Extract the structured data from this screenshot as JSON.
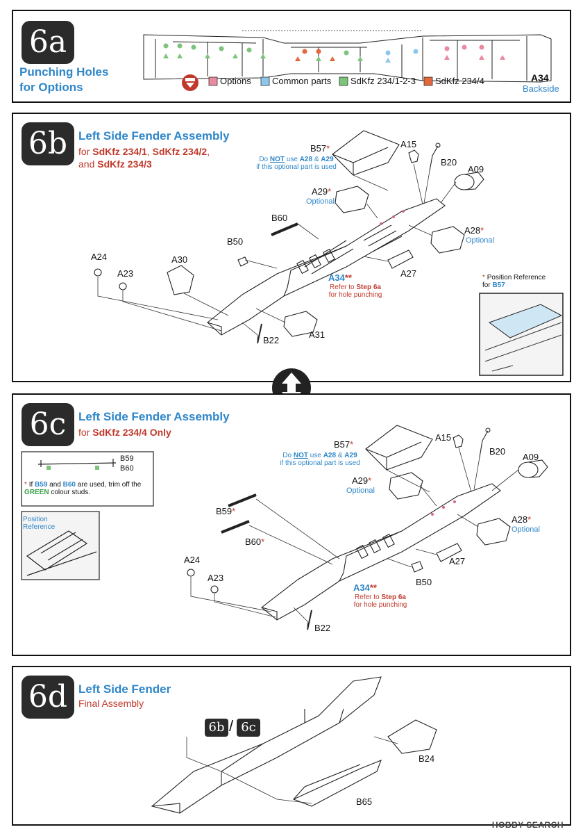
{
  "s6a": {
    "step": "6a",
    "title_line1": "Punching Holes",
    "title_line2": "for Options",
    "legend": [
      {
        "label": "Options",
        "color": "#e98aa0"
      },
      {
        "label": "Common parts",
        "color": "#8cc8ec"
      },
      {
        "label": "SdKfz 234/1-2-3",
        "color": "#7cc47c"
      },
      {
        "label": "SdKfz 234/4",
        "color": "#e4683c"
      }
    ],
    "part": "A34",
    "part_side": "Backside"
  },
  "s6b": {
    "step": "6b",
    "title": "Left Side Fender Assembly",
    "for_prefix": "for",
    "model1": "SdKfz 234/1",
    "model2": "SdKfz 234/2",
    "and_text": "and",
    "model3": "SdKfz 234/3",
    "note_do": "Do",
    "note_not": "NOT",
    "note_use": "use",
    "note_a28": "A28",
    "note_amp": "&",
    "note_a29": "A29",
    "note_line2": "if this optional part is used",
    "labels": {
      "B57": "B57",
      "A15": "A15",
      "B20": "B20",
      "A09": "A09",
      "A29": "A29",
      "A28": "A28",
      "B60": "B60",
      "B50": "B50",
      "A24": "A24",
      "A23": "A23",
      "A30": "A30",
      "A34": "A34",
      "A27": "A27",
      "B22": "B22",
      "A31": "A31"
    },
    "optional": "Optional",
    "star": "*",
    "dstar": "**",
    "refer1": "Refer to",
    "refer_step": "Step 6a",
    "refer2": "for hole punching",
    "pos_ref": "Position Reference",
    "pos_for": "for",
    "pos_part": "B57"
  },
  "s6c": {
    "step": "6c",
    "title": "Left Side Fender Assembly",
    "for_prefix": "for",
    "model": "SdKfz 234/4 Only",
    "inset_b59": "B59",
    "inset_b60": "B60",
    "trim_if": "If",
    "trim_b59": "B59",
    "trim_and": "and",
    "trim_b60": "B60",
    "trim_rest": "are used, trim off the",
    "trim_green": "GREEN",
    "trim_end": "colour studs.",
    "pos_ref1": "Position",
    "pos_ref2": "Reference",
    "note_do": "Do",
    "note_not": "NOT",
    "note_use": "use",
    "note_a28": "A28",
    "note_amp": "&",
    "note_a29": "A29",
    "note_line2": "if this optional part is used",
    "labels": {
      "B57": "B57",
      "A15": "A15",
      "B20": "B20",
      "A09": "A09",
      "A29": "A29",
      "A28": "A28",
      "B59": "B59",
      "B60": "B60",
      "A24": "A24",
      "A23": "A23",
      "A34": "A34",
      "A27": "A27",
      "B50": "B50",
      "B22": "B22"
    },
    "optional": "Optional",
    "star": "*",
    "dstar": "**",
    "refer1": "Refer to",
    "refer_step": "Step 6a",
    "refer2": "for hole punching"
  },
  "s6d": {
    "step": "6d",
    "title": "Left Side Fender",
    "subtitle": "Final Assembly",
    "ref1": "6b",
    "ref2": "6c",
    "labels": {
      "B24": "B24",
      "B65": "B65"
    }
  },
  "watermark": "HOBBY SEARCH"
}
